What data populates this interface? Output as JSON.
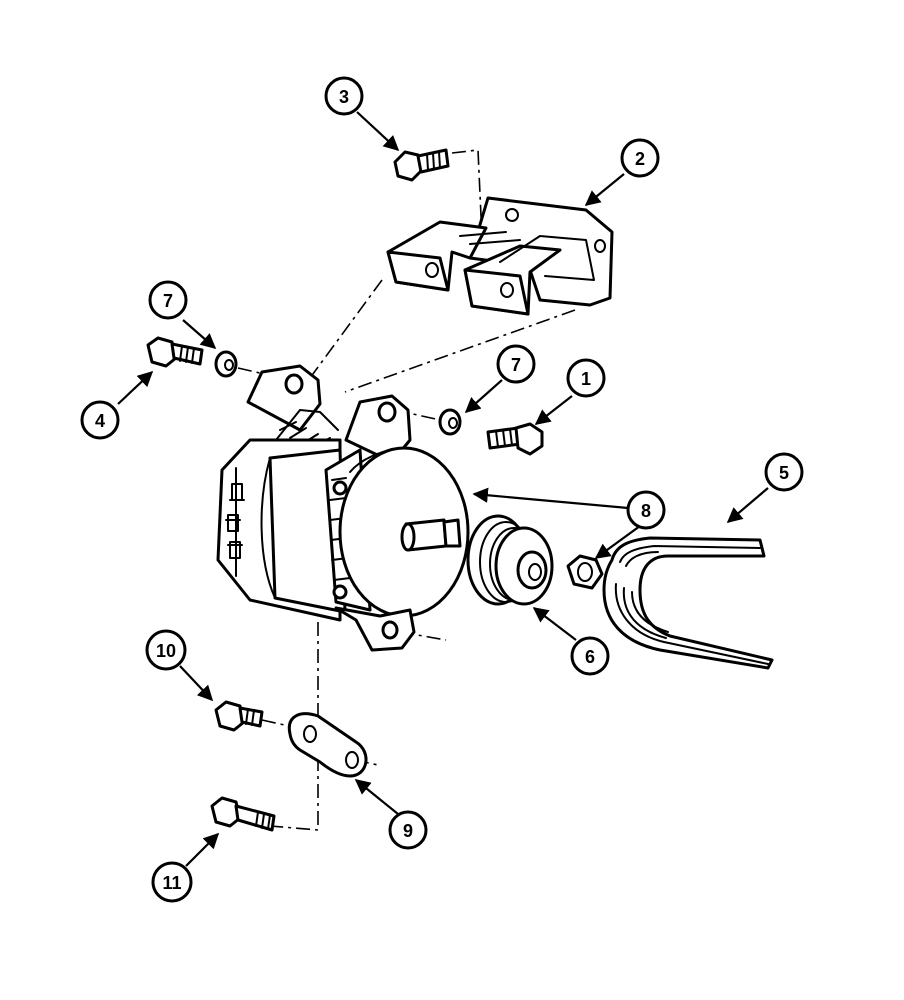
{
  "callouts": [
    {
      "id": "1",
      "label": "1"
    },
    {
      "id": "2",
      "label": "2"
    },
    {
      "id": "3",
      "label": "3"
    },
    {
      "id": "4",
      "label": "4"
    },
    {
      "id": "5",
      "label": "5"
    },
    {
      "id": "6",
      "label": "6"
    },
    {
      "id": "7a",
      "label": "7"
    },
    {
      "id": "7b",
      "label": "7"
    },
    {
      "id": "8",
      "label": "8"
    },
    {
      "id": "9",
      "label": "9"
    },
    {
      "id": "10",
      "label": "10"
    },
    {
      "id": "11",
      "label": "11"
    }
  ],
  "colors": {
    "ink": "#000000",
    "paper": "#ffffff",
    "shade": "#e9e9e9"
  }
}
